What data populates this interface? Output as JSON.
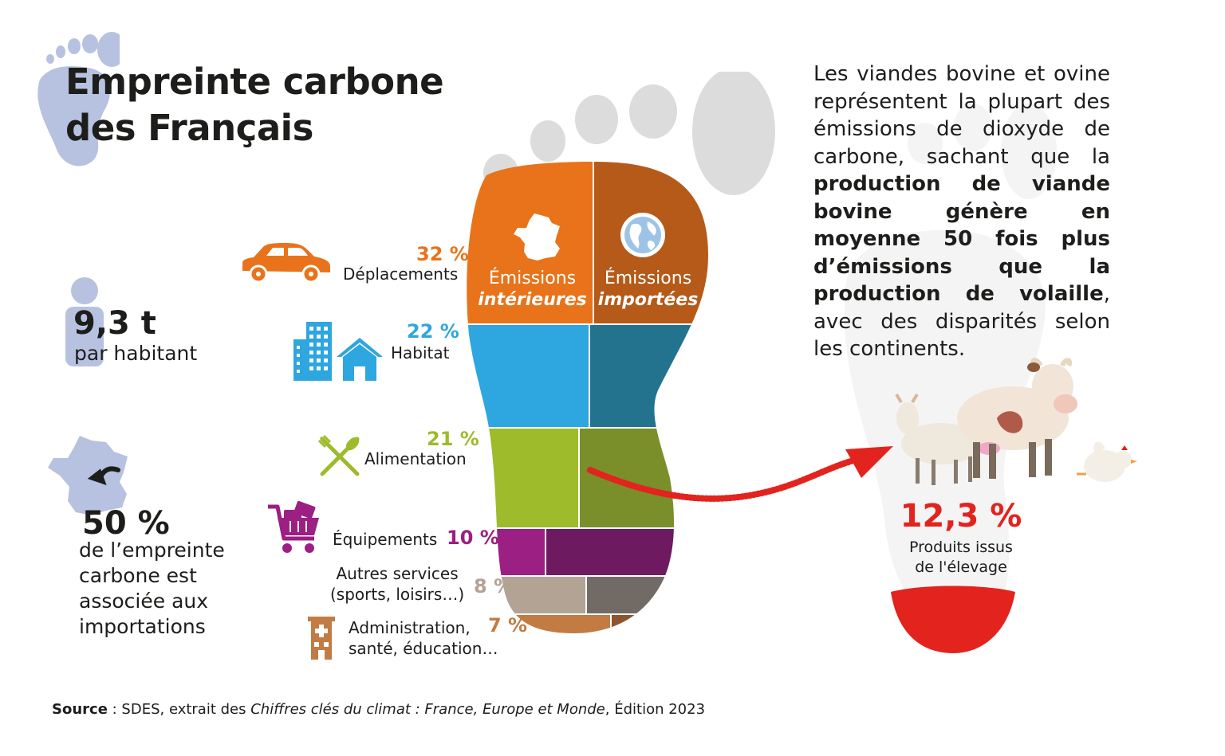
{
  "title": {
    "line1": "Empreinte carbone",
    "line2": "des Français"
  },
  "per_capita": {
    "value": "9,3 t",
    "label": "par habitant"
  },
  "imports": {
    "value": "50 %",
    "lines": [
      "de l’empreinte",
      "carbone est",
      "associée aux",
      "importations"
    ]
  },
  "foot": {
    "left_label_line1": "Émissions",
    "left_label_line2": "intérieures",
    "right_label_line1": "Émissions",
    "right_label_line2": "importées"
  },
  "categories": [
    {
      "pct": "32 %",
      "label": "Déplacements",
      "color": "#e8731a",
      "icon": "car-icon"
    },
    {
      "pct": "22 %",
      "label": "Habitat",
      "color": "#2ea6df",
      "icon": "building-house-icon"
    },
    {
      "pct": "21 %",
      "label": "Alimentation",
      "color": "#9dbb2a",
      "icon": "fork-knife-icon"
    },
    {
      "pct": "10 %",
      "label": "Équipements",
      "color": "#9c1f83",
      "icon": "shopping-cart-icon"
    },
    {
      "pct": "8 %",
      "label_line1": "Autres services",
      "label_line2": "(sports, loisirs…)",
      "color": "#b3a395",
      "icon": ""
    },
    {
      "pct": "7 %",
      "label_line1": "Administration,",
      "label_line2": "santé, éducation…",
      "color": "#c37b44",
      "icon": "hospital-icon"
    }
  ],
  "right_text": {
    "part1": "Les viandes bovine et ovine représentent la plupart des émissions de dioxyde de carbone, sachant que la ",
    "bold": "production de viande bovine génère en moyenne 50 fois plus d’émissions que la production de volaille",
    "part2": ", avec des disparités selon les continents."
  },
  "livestock": {
    "pct": "12,3 %",
    "label_line1": "Produits issus",
    "label_line2": "de l'élevage",
    "color": "#e3231d"
  },
  "source": {
    "bold": "Source",
    "part1": " : SDES, extrait des ",
    "italic": "Chiffres clés du climat : France, Europe et Monde",
    "part2": ", Édition 2023"
  },
  "colors": {
    "orange": "#e8731a",
    "orange_dark": "#b55a18",
    "blue": "#2ea6df",
    "blue_dark": "#23738f",
    "green": "#9dbb2a",
    "green_dark": "#7a8e2a",
    "purple": "#9c1f83",
    "purple_dark": "#6e1a61",
    "taupe": "#b3a395",
    "taupe_dark": "#726a65",
    "brown": "#c37b44",
    "brown_dark": "#8c5530",
    "red": "#e3231d",
    "lavender": "#b7c2e0",
    "grey_toe": "#dcdcdc"
  }
}
